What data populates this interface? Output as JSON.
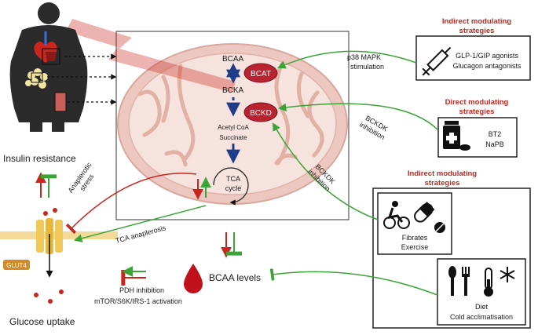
{
  "colors": {
    "red": "#c8261e",
    "green": "#3aa536",
    "navy": "#1f3d8a",
    "mito_outer": "#ecc8c0",
    "mito_inner": "#f6e3dd",
    "enzyme_fill": "#b8232f",
    "blood": "#c0101a"
  },
  "icons": {
    "body": "human-silhouette-icon",
    "syringe": "syringe-icon",
    "pill_bottle": "pill-bottle-icon",
    "exercise": "cyclist-icon",
    "capsule": "capsule-icon",
    "fork_spoon": "fork-spoon-icon",
    "thermometer": "thermometer-icon",
    "snowflake": "snowflake-icon",
    "blood_drop": "blood-drop-icon",
    "lightning": "lightning-bolt-icon"
  },
  "left": {
    "insulin_resistance": "Insulin resistance",
    "glucose_uptake": "Glucose uptake",
    "glut4": "GLUT4"
  },
  "mito": {
    "bcaa": "BCAA",
    "bcat": "BCAT",
    "bcka": "BCKA",
    "bckd": "BCKD",
    "acetyl_coa": "Acetyl CoA",
    "succinate": "Succinate",
    "tca_line1": "TCA",
    "tca_line2": "cycle"
  },
  "labels": {
    "anaplerotic_line1": "Anaplerotic",
    "anaplerotic_line2": "stress",
    "tca_anaplerosis": "TCA anaplerosis",
    "p38_line1": "p38 MAPK",
    "p38_line2": "stimulation",
    "bckdk1_line1": "BCKDK",
    "bckdk1_line2": "inhibition",
    "bckdk2_line1": "BCKDK",
    "bckdk2_line2": "inhibition",
    "bcaa_levels": "BCAA levels",
    "pdh_line1": "PDH inhibition",
    "pdh_line2": "mTOR/S6K/IRS-1 activation"
  },
  "strategies": {
    "indirect1_title_line1": "Indirect modulating",
    "indirect1_title_line2": "strategies",
    "indirect1_line1": "GLP-1/GIP agonists",
    "indirect1_line2": "Glucagon antagonists",
    "direct_title_line1": "Direct modulating",
    "direct_title_line2": "strategies",
    "direct_line1": "BT2",
    "direct_line2": "NaPB",
    "indirect2_title_line1": "Indirect modulating",
    "indirect2_title_line2": "strategies",
    "fibrates_line1": "Fibrates",
    "fibrates_line2": "Exercise",
    "diet_line1": "Diet",
    "diet_line2": "Cold acclimatisation"
  }
}
